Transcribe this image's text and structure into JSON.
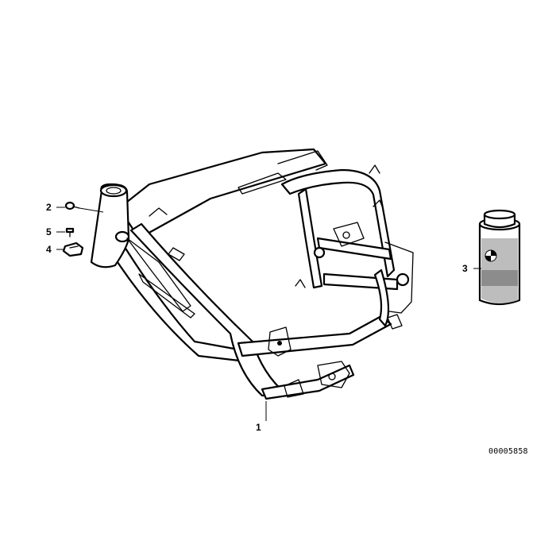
{
  "diagram": {
    "callouts": {
      "part1": "1",
      "part2": "2",
      "part3": "3",
      "part4": "4",
      "part5": "5"
    },
    "reference_number": "00005858"
  }
}
